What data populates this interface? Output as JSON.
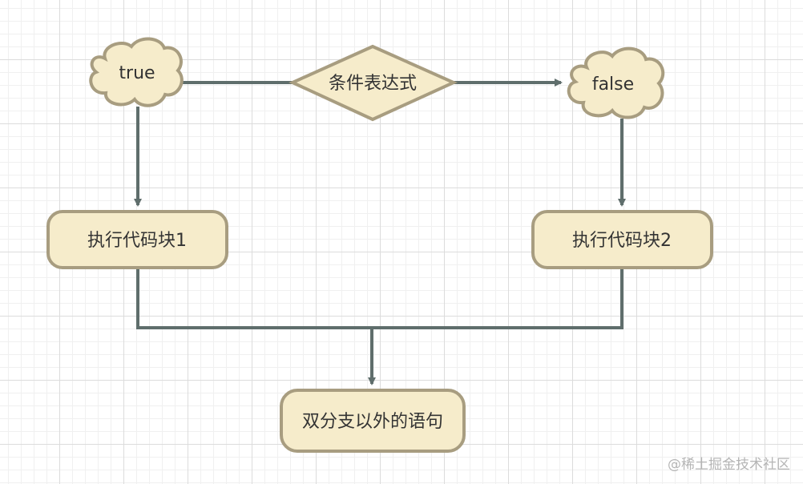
{
  "diagram": {
    "decision": {
      "label": "条件表达式"
    },
    "true_branch": {
      "label": "true"
    },
    "false_branch": {
      "label": "false"
    },
    "block1": {
      "label": "执行代码块1"
    },
    "block2": {
      "label": "执行代码块2"
    },
    "after": {
      "label": "双分支以外的语句"
    }
  },
  "watermark": "@稀土掘金技术社区",
  "colors": {
    "node_fill": "#f6eccb",
    "node_border": "#a89d80",
    "connector": "#5f6e6c",
    "text": "#333333",
    "watermark": "#b5b5b5"
  }
}
